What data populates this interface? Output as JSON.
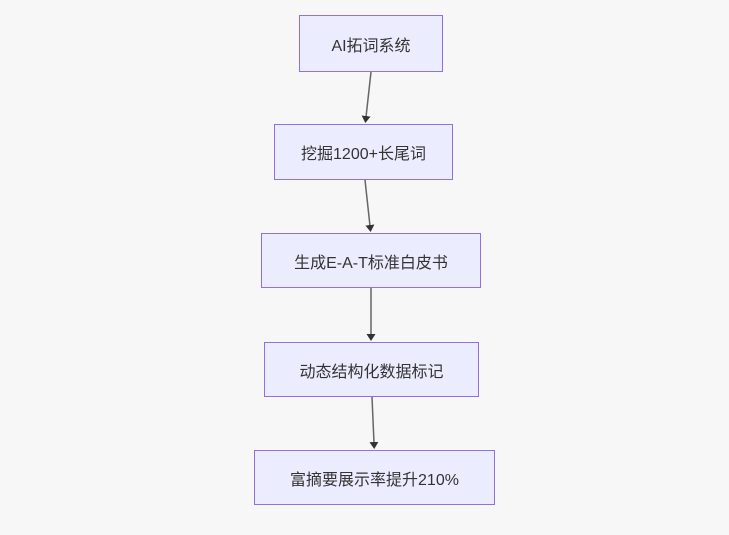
{
  "diagram": {
    "type": "flowchart",
    "direction": "top-down",
    "nodes": [
      {
        "id": "A",
        "label": "AI拓词系统"
      },
      {
        "id": "B",
        "label": "挖掘1200+长尾词"
      },
      {
        "id": "C",
        "label": "生成E-A-T标准白皮书"
      },
      {
        "id": "D",
        "label": "动态结构化数据标记"
      },
      {
        "id": "E",
        "label": "富摘要展示率提升210%"
      }
    ],
    "edges": [
      {
        "from": "A",
        "to": "B"
      },
      {
        "from": "B",
        "to": "C"
      },
      {
        "from": "C",
        "to": "D"
      },
      {
        "from": "D",
        "to": "E"
      }
    ],
    "colors": {
      "background": "#f7f7f7",
      "node_fill": "#ECECFF",
      "node_border": "#9370DB",
      "edge": "#666666",
      "arrowhead": "#333333",
      "text": "#333333"
    }
  }
}
